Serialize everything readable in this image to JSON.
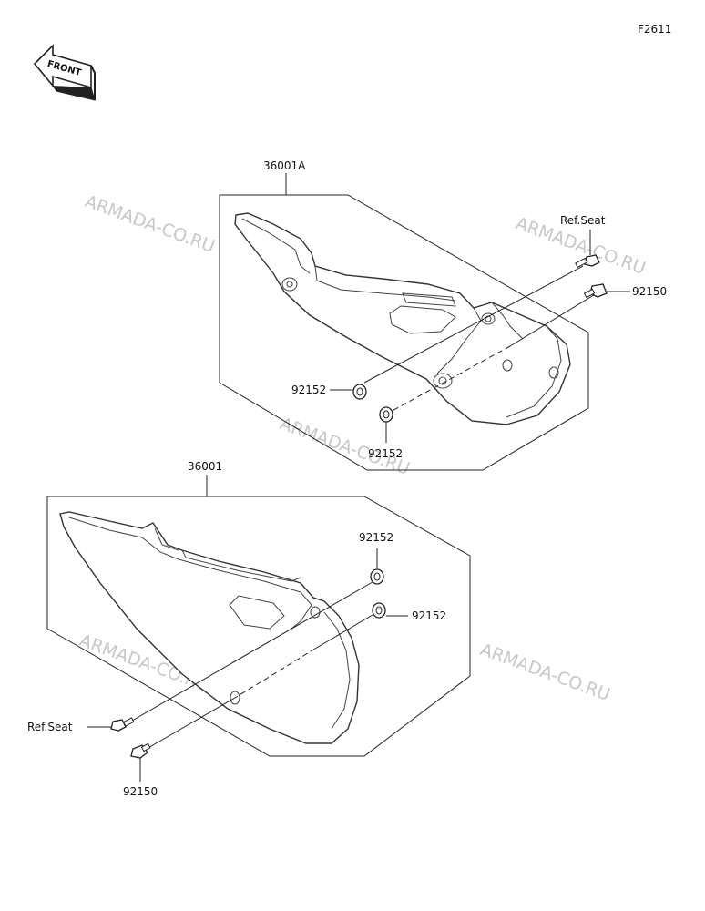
{
  "figure_code": "F2611",
  "front_label": "FRONT",
  "watermark": "ARMADA-CO.RU",
  "upper_assembly": {
    "main_part": "36001A",
    "ref_label": "Ref.Seat",
    "bolt": "92150",
    "grommet_a": "92152",
    "grommet_b": "92152"
  },
  "lower_assembly": {
    "main_part": "36001",
    "grommet_a": "92152",
    "grommet_b": "92152",
    "ref_label": "Ref.Seat",
    "bolt": "92150"
  }
}
